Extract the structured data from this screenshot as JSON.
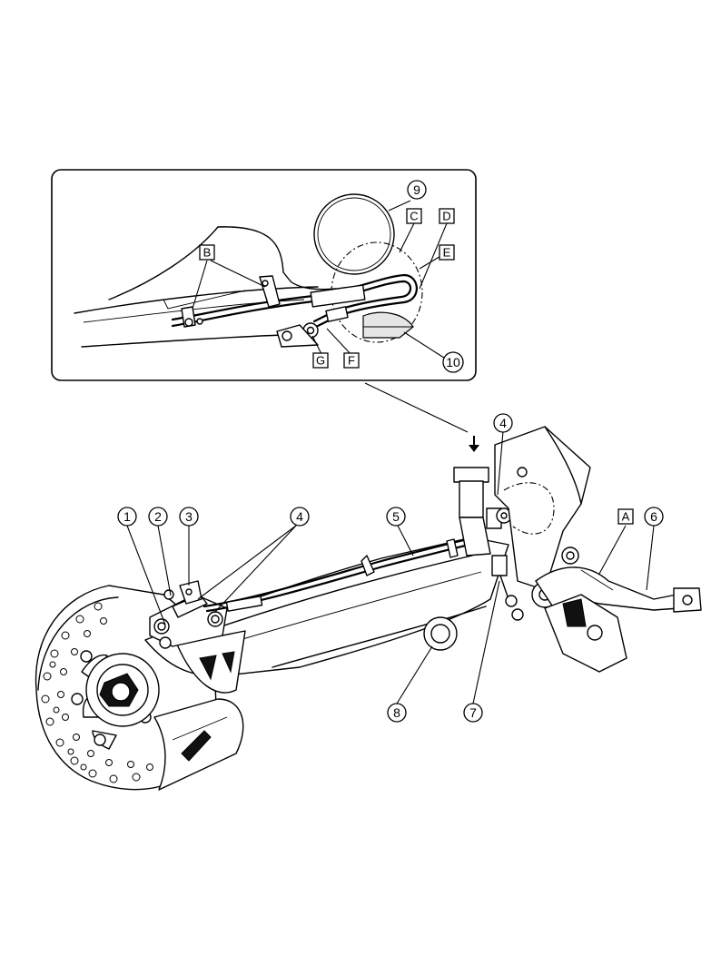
{
  "callouts": {
    "c1": "1",
    "c2": "2",
    "c3": "3",
    "c4": "4",
    "c4b": "4",
    "c5": "5",
    "c6": "6",
    "c7": "7",
    "c8": "8",
    "c9": "9",
    "c10": "10"
  },
  "letters": {
    "A": "A",
    "B": "B",
    "C": "C",
    "D": "D",
    "E": "E",
    "F": "F",
    "G": "G"
  }
}
